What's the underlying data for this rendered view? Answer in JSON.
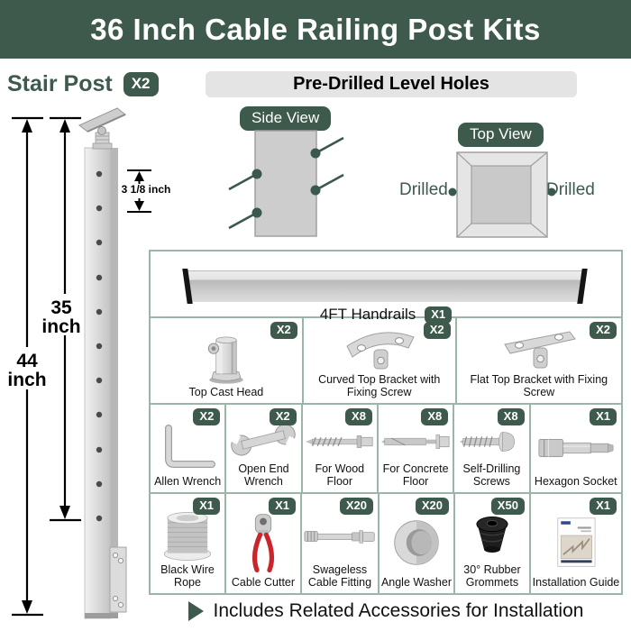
{
  "banner": {
    "title": "36 Inch Cable Railing Post Kits"
  },
  "stair_post": {
    "label": "Stair Post",
    "qty": "X2",
    "dimensions": {
      "outer_value": "44",
      "outer_unit": "inch",
      "inner_value": "35",
      "inner_unit": "inch",
      "hole_spacing": "3 1/8 inch"
    }
  },
  "pre_drilled": {
    "title": "Pre-Drilled Level Holes",
    "side_view_label": "Side View",
    "top_view_label": "Top View",
    "drilled_left": "Drilled",
    "drilled_right": "Drilled"
  },
  "kit_table": {
    "handrail": {
      "label": "4FT Handrails",
      "qty": "X1",
      "icon": "handrail-bar-icon"
    },
    "brackets_row": [
      {
        "label": "Top Cast Head",
        "qty": "X2",
        "icon": "top-cast-head-icon"
      },
      {
        "label": "Curved Top Bracket with Fixing Screw",
        "qty": "X2",
        "icon": "curved-top-bracket-icon"
      },
      {
        "label": "Flat Top Bracket with Fixing Screw",
        "qty": "X2",
        "icon": "flat-top-bracket-icon"
      }
    ],
    "tools_row": [
      {
        "label": "Allen Wrench",
        "qty": "X2",
        "icon": "allen-wrench-icon"
      },
      {
        "label": "Open End Wrench",
        "qty": "X2",
        "icon": "open-end-wrench-icon"
      },
      {
        "label": "For Wood Floor",
        "qty": "X8",
        "icon": "wood-screw-icon"
      },
      {
        "label": "For Concrete Floor",
        "qty": "X8",
        "icon": "concrete-anchor-icon"
      },
      {
        "label": "Self-Drilling Screws",
        "qty": "X8",
        "icon": "self-drilling-screw-icon"
      },
      {
        "label": "Hexagon Socket",
        "qty": "X1",
        "icon": "hexagon-socket-icon"
      }
    ],
    "accessories_row": [
      {
        "label": "Black Wire Rope",
        "qty": "X1",
        "icon": "wire-rope-spool-icon"
      },
      {
        "label": "Cable Cutter",
        "qty": "X1",
        "icon": "cable-cutter-icon"
      },
      {
        "label": "Swageless Cable Fitting",
        "qty": "X20",
        "icon": "swageless-fitting-icon"
      },
      {
        "label": "Angle Washer",
        "qty": "X20",
        "icon": "angle-washer-icon"
      },
      {
        "label": "30° Rubber Grommets",
        "qty": "X50",
        "icon": "rubber-grommet-icon"
      },
      {
        "label": "Installation Guide",
        "qty": "X1",
        "icon": "installation-guide-icon"
      }
    ]
  },
  "footer": {
    "text": "Includes Related Accessories for Installation"
  },
  "colors": {
    "brand_green": "#3e5a4d",
    "table_border": "#9cb5a9",
    "header_bar_gray": "#e4e4e4",
    "metal_gray": "#cccccc",
    "cutter_red": "#c8252c",
    "grommet_black": "#1e1e1e"
  }
}
